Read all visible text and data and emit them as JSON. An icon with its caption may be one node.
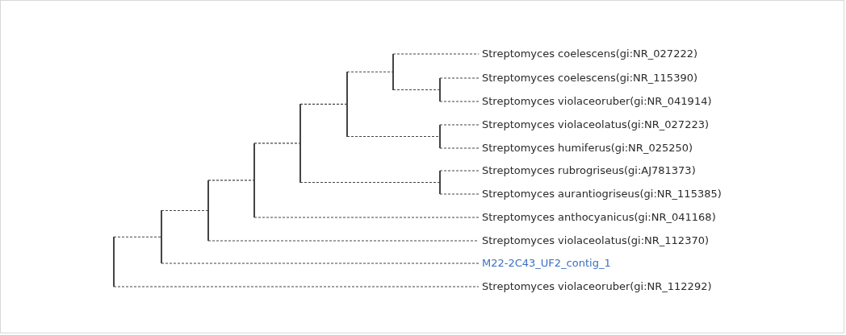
{
  "diagram": {
    "nodes": [
      {
        "text": [
          "Streptomyces coelescens(gi:NR_027222)"
        ]
      },
      {
        "text": [
          "Streptomyces coelescens(gi:NR_115390)"
        ]
      },
      {
        "text": [
          "Streptomyces violaceoruber(gi:NR_041914)"
        ]
      },
      {
        "text": [
          "Streptomyces violaceolatus(gi:NR_027223)"
        ]
      },
      {
        "text": [
          "Streptomyces humiferus(gi:NR_025250)"
        ]
      },
      {
        "text": [
          "Streptomyces rubrogriseus(gi:AJ781373)"
        ]
      },
      {
        "text": [
          "Streptomyces aurantiogriseus(gi:NR_115385)"
        ]
      },
      {
        "text": [
          "Streptomyces anthocyanicus(gi:NR_041168)"
        ]
      },
      {
        "text": [
          "Streptomyces violaceolatus(gi:NR_112370)"
        ]
      },
      {
        "text": [
          "M22-2C43_UF2_contig_1"
        ]
      },
      {
        "text": [
          "Streptomyces violaceoruber(gi:NR_112292)"
        ]
      },
      {
        "text": [],
        "shape": "bar"
      },
      {
        "text": [],
        "shape": "bar"
      },
      {
        "text": [],
        "shape": "bar"
      },
      {
        "text": [],
        "shape": "bar"
      },
      {
        "text": [],
        "shape": "bar"
      },
      {
        "text": [],
        "shape": "bar"
      },
      {
        "text": [],
        "shape": "bar"
      },
      {
        "text": [],
        "shape": "bar"
      },
      {
        "text": [],
        "shape": "bar"
      },
      {
        "text": [],
        "shape": "bar"
      }
    ],
    "edges": [
      {
        "from": 11,
        "to": 0,
        "arrow": "none",
        "style": "dashed"
      },
      {
        "from": 11,
        "to": 12,
        "arrow": "none",
        "style": "dashed"
      },
      {
        "from": 12,
        "to": 1,
        "arrow": "none",
        "style": "dashed"
      },
      {
        "from": 12,
        "to": 2,
        "arrow": "none",
        "style": "dashed"
      },
      {
        "from": 13,
        "to": 11,
        "arrow": "none",
        "style": "dashed"
      },
      {
        "from": 13,
        "to": 14,
        "arrow": "none",
        "style": "dashed"
      },
      {
        "from": 14,
        "to": 3,
        "arrow": "none",
        "style": "dashed"
      },
      {
        "from": 14,
        "to": 4,
        "arrow": "none",
        "style": "dashed"
      },
      {
        "from": 15,
        "to": 13,
        "arrow": "none",
        "style": "dashed"
      },
      {
        "from": 15,
        "to": 16,
        "arrow": "none",
        "style": "dashed"
      },
      {
        "from": 16,
        "to": 5,
        "arrow": "none",
        "style": "dashed"
      },
      {
        "from": 16,
        "to": 6,
        "arrow": "none",
        "style": "dashed"
      },
      {
        "from": 17,
        "to": 15,
        "arrow": "none",
        "style": "dashed"
      },
      {
        "from": 17,
        "to": 7,
        "arrow": "none",
        "style": "dashed"
      },
      {
        "from": 18,
        "to": 17,
        "arrow": "none",
        "style": "dashed"
      },
      {
        "from": 18,
        "to": 8,
        "arrow": "none",
        "style": "dashed"
      },
      {
        "from": 19,
        "to": 18,
        "arrow": "none",
        "style": "dashed"
      },
      {
        "from": 19,
        "to": 9,
        "arrow": "none",
        "style": "dashed"
      },
      {
        "from": 20,
        "to": 19,
        "arrow": "none",
        "style": "dashed"
      },
      {
        "from": 20,
        "to": 10,
        "arrow": "none",
        "style": "dashed"
      }
    ]
  }
}
